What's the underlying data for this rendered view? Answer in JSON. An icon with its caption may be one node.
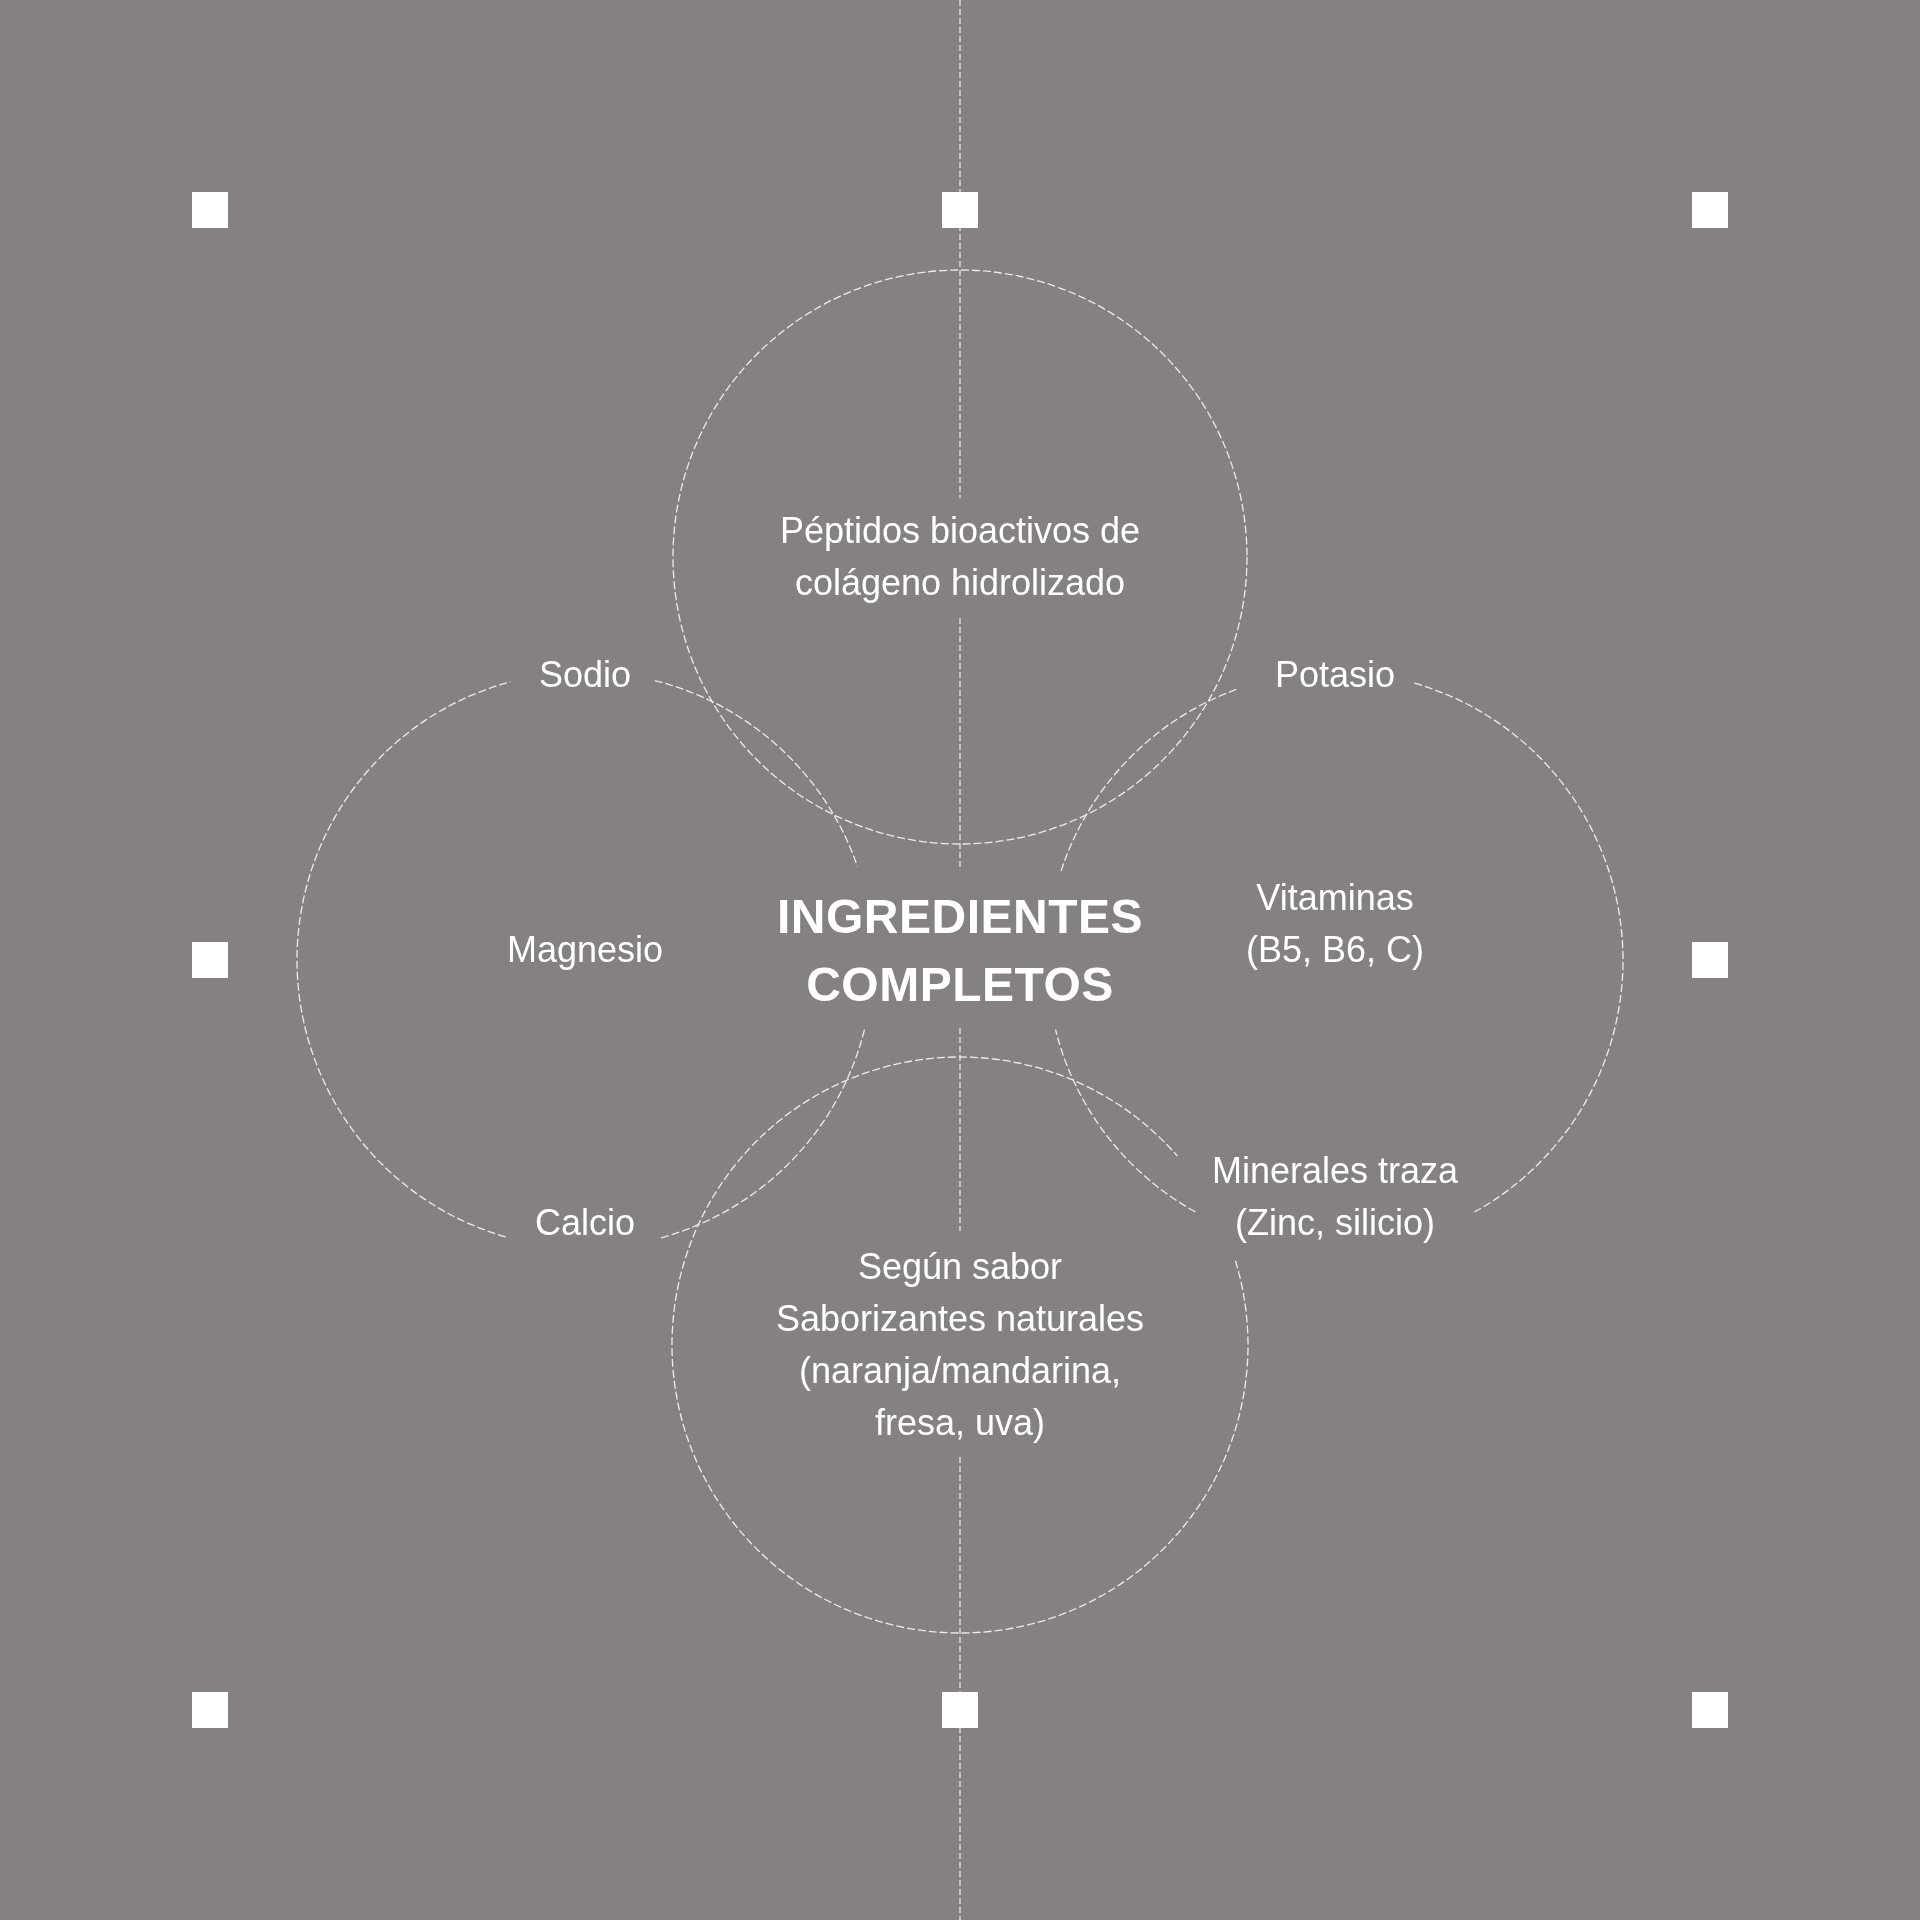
{
  "diagram": {
    "title": "INGREDIENTES COMPLETOS",
    "nodes": [
      {
        "text": [
          "Péptidos bioactivos de colágeno hidrolizado"
        ]
      },
      {
        "text": [
          "Sodio",
          "Magnesio",
          "Calcio"
        ]
      },
      {
        "text": [
          "Potasio",
          "Vitaminas (B5, B6, C)",
          "Minerales traza (Zinc, silicio)"
        ]
      },
      {
        "text": [
          "Según sabor",
          "Saborizantes naturales (naranja/mandarina, fresa, uva)"
        ]
      }
    ]
  }
}
